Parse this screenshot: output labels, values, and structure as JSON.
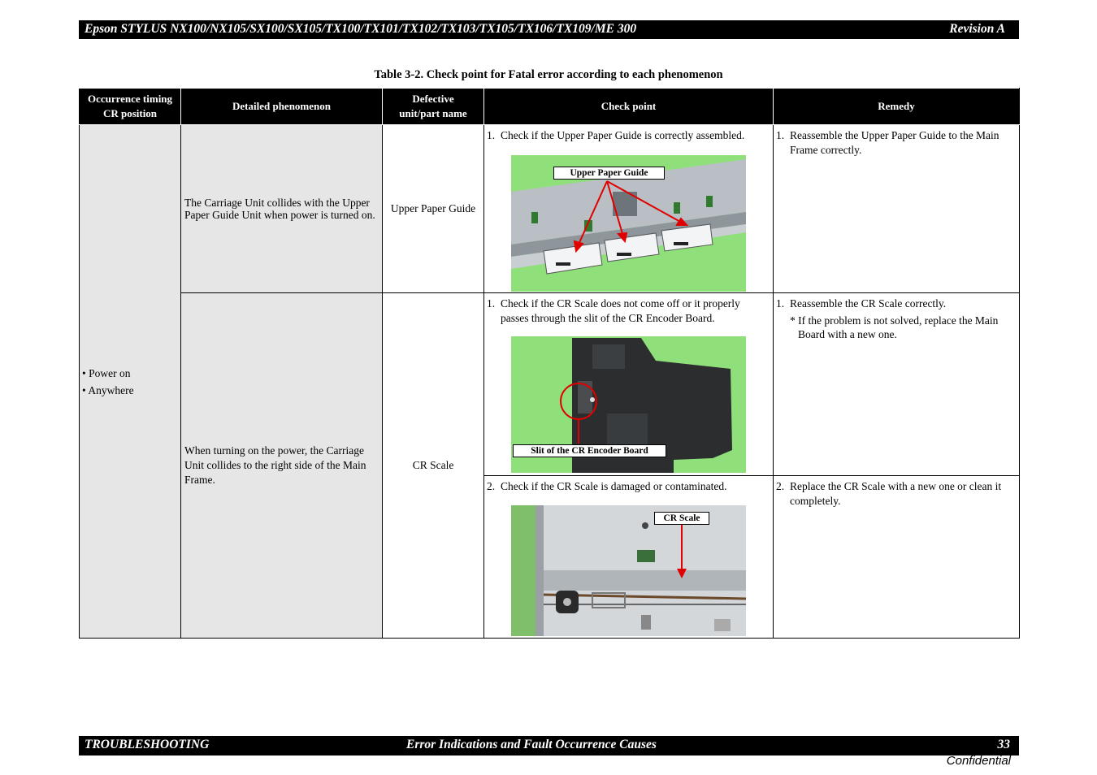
{
  "header": {
    "title": "Epson STYLUS NX100/NX105/SX100/SX105/TX100/TX101/TX102/TX103/TX105/TX106/TX109/ME 300",
    "revision": "Revision A"
  },
  "table_caption": "Table 3-2.  Check point for Fatal error according to each phenomenon",
  "columns": {
    "timing_line1": "Occurrence timing",
    "timing_line2": "CR position",
    "phenomenon": "Detailed phenomenon",
    "defective_line1": "Defective",
    "defective_line2": "unit/part name",
    "check_point": "Check point",
    "remedy": "Remedy"
  },
  "timing": {
    "items": [
      "• Power on",
      "• Anywhere"
    ]
  },
  "rows": [
    {
      "phenomenon": "The Carriage Unit collides with the Upper Paper Guide Unit when power is turned on.",
      "part": "Upper Paper Guide",
      "check_num": "1.",
      "check_text": "Check if the Upper Paper Guide is correctly assembled.",
      "photo_label": "Upper Paper Guide",
      "remedy_num": "1.",
      "remedy_text": "Reassemble the Upper Paper Guide to the Main Frame correctly."
    },
    {
      "phenomenon": "When turning on the power, the Carriage Unit collides to the right side of the Main Frame.",
      "part": "CR Scale",
      "checks": [
        {
          "num": "1.",
          "text": "Check if the CR Scale does not come off or it properly passes through the slit of the CR Encoder Board.",
          "photo_label": "Slit of the CR Encoder Board",
          "remedy_num": "1.",
          "remedy_text": "Reassemble the CR Scale correctly.",
          "remedy_note": "* If the problem is not solved, replace the Main Board with a new one."
        },
        {
          "num": "2.",
          "text": "Check if the CR Scale is damaged or contaminated.",
          "photo_label": "CR Scale",
          "remedy_num": "2.",
          "remedy_text": "Replace the CR Scale with a new one or clean it completely."
        }
      ]
    }
  ],
  "footer": {
    "left": "TROUBLESHOOTING",
    "center": "Error Indications and Fault Occurrence Causes",
    "page": "33",
    "confidential": "Confidential"
  },
  "colors": {
    "photo_green": "#8fe07a",
    "arrow_red": "#e00000",
    "cell_grey": "#e6e6e6"
  }
}
